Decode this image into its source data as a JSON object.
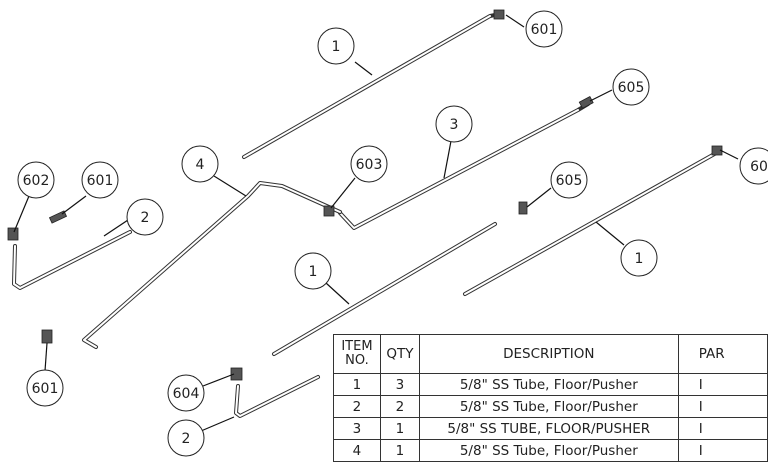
{
  "drawing": {
    "balloons": [
      {
        "id": "b1",
        "label": "1"
      },
      {
        "id": "b601a",
        "label": "601"
      },
      {
        "id": "b605a",
        "label": "605"
      },
      {
        "id": "b3",
        "label": "3"
      },
      {
        "id": "b4",
        "label": "4"
      },
      {
        "id": "b603",
        "label": "603"
      },
      {
        "id": "b602",
        "label": "602"
      },
      {
        "id": "b601b",
        "label": "601"
      },
      {
        "id": "b2a",
        "label": "2"
      },
      {
        "id": "b605b",
        "label": "605"
      },
      {
        "id": "b60x",
        "label": "60"
      },
      {
        "id": "b1b",
        "label": "1"
      },
      {
        "id": "b1c",
        "label": "1"
      },
      {
        "id": "b601c",
        "label": "601"
      },
      {
        "id": "b604",
        "label": "604"
      },
      {
        "id": "b2b",
        "label": "2"
      }
    ]
  },
  "bom": {
    "headers": {
      "item": "ITEM NO.",
      "item_line1": "ITEM",
      "item_line2": "NO.",
      "qty": "QTY",
      "description": "DESCRIPTION",
      "part": "PAR"
    },
    "rows": [
      {
        "item": "1",
        "qty": "3",
        "description": "5/8\" SS Tube, Floor/Pusher",
        "part": "I"
      },
      {
        "item": "2",
        "qty": "2",
        "description": "5/8\" SS Tube, Floor/Pusher",
        "part": "I"
      },
      {
        "item": "3",
        "qty": "1",
        "description": "5/8\" SS TUBE, FLOOR/PUSHER",
        "part": "I"
      },
      {
        "item": "4",
        "qty": "1",
        "description": "5/8\" SS Tube, Floor/Pusher",
        "part": "I"
      }
    ]
  }
}
